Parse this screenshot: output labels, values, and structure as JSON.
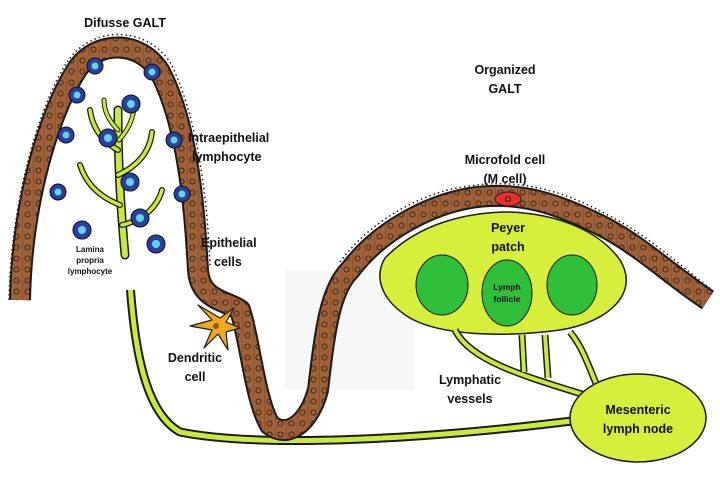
{
  "labels": {
    "diffuse_galt": "Difusse GALT",
    "organized_galt_line1": "Organized",
    "organized_galt_line2": "GALT",
    "intraepithelial_line1": "Intraepithelial",
    "intraepithelial_line2": "lymphocyte",
    "epithelial_line1": "Epithelial",
    "epithelial_line2": "cells",
    "lamina_line1": "Lamina",
    "lamina_line2": "propria",
    "lamina_line3": "lymphocyte",
    "dendritic_line1": "Dendritic",
    "dendritic_line2": "cell",
    "microfold_line1": "Microfold cell",
    "microfold_line2": "(M cell)",
    "peyer_line1": "Peyer",
    "peyer_line2": "patch",
    "lymph_follicle_line1": "Lymph",
    "lymph_follicle_line2": "follicle",
    "lymphatic_line1": "Lymphatic",
    "lymphatic_line2": "vessels",
    "mesenteric_line1": "Mesenteric",
    "mesenteric_line2": "lymph node"
  },
  "colors": {
    "epithelium": "#a0623a",
    "epithelium_outline": "#1a1a1a",
    "lymphoid_tissue": "#d8ee3c",
    "lymph_vessel": "#c9ea3a",
    "follicle": "#2fbf3a",
    "m_cell": "#e8312a",
    "lymphocyte_outer": "#2a3f9e",
    "lymphocyte_inner": "#5fd6e6",
    "dendritic_cell": "#f2a81e"
  }
}
